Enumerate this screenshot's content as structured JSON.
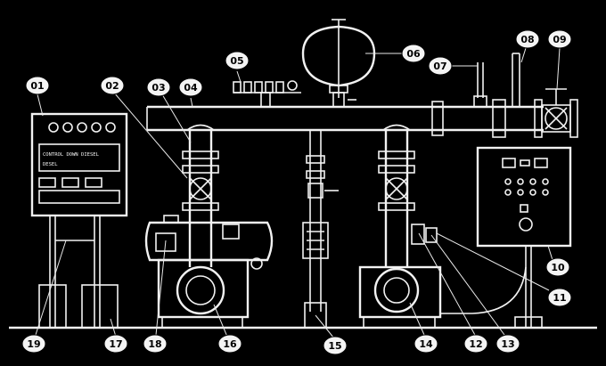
{
  "diagram": {
    "callouts": [
      {
        "id": "c01",
        "label": "01"
      },
      {
        "id": "c02",
        "label": "02"
      },
      {
        "id": "c03",
        "label": "03"
      },
      {
        "id": "c04",
        "label": "04"
      },
      {
        "id": "c05",
        "label": "05"
      },
      {
        "id": "c06",
        "label": "06"
      },
      {
        "id": "c07",
        "label": "07"
      },
      {
        "id": "c08",
        "label": "08"
      },
      {
        "id": "c09",
        "label": "09"
      },
      {
        "id": "c10",
        "label": "10"
      },
      {
        "id": "c11",
        "label": "11"
      },
      {
        "id": "c12",
        "label": "12"
      },
      {
        "id": "c13",
        "label": "13"
      },
      {
        "id": "c14",
        "label": "14"
      },
      {
        "id": "c15",
        "label": "15"
      },
      {
        "id": "c16",
        "label": "16"
      },
      {
        "id": "c17",
        "label": "17"
      },
      {
        "id": "c18",
        "label": "18"
      },
      {
        "id": "c19",
        "label": "19"
      }
    ],
    "control_panel_text": {
      "line1": "CONTROL DOWN DIESEL",
      "line2": "DESEL"
    }
  }
}
